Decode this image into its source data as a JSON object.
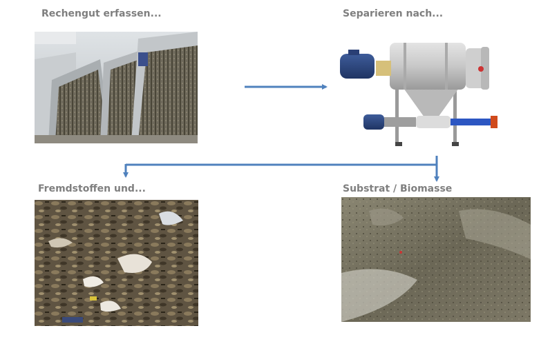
{
  "steps": {
    "capture": {
      "label": "Rechengut erfassen..."
    },
    "separate": {
      "label": "Separieren nach..."
    },
    "foreign": {
      "label": "Fremdstoffen und..."
    },
    "substrate": {
      "label": "Substrat / Biomasse"
    }
  },
  "colors": {
    "label_text": "#7f7f7f",
    "arrow": "#4f81bd"
  }
}
